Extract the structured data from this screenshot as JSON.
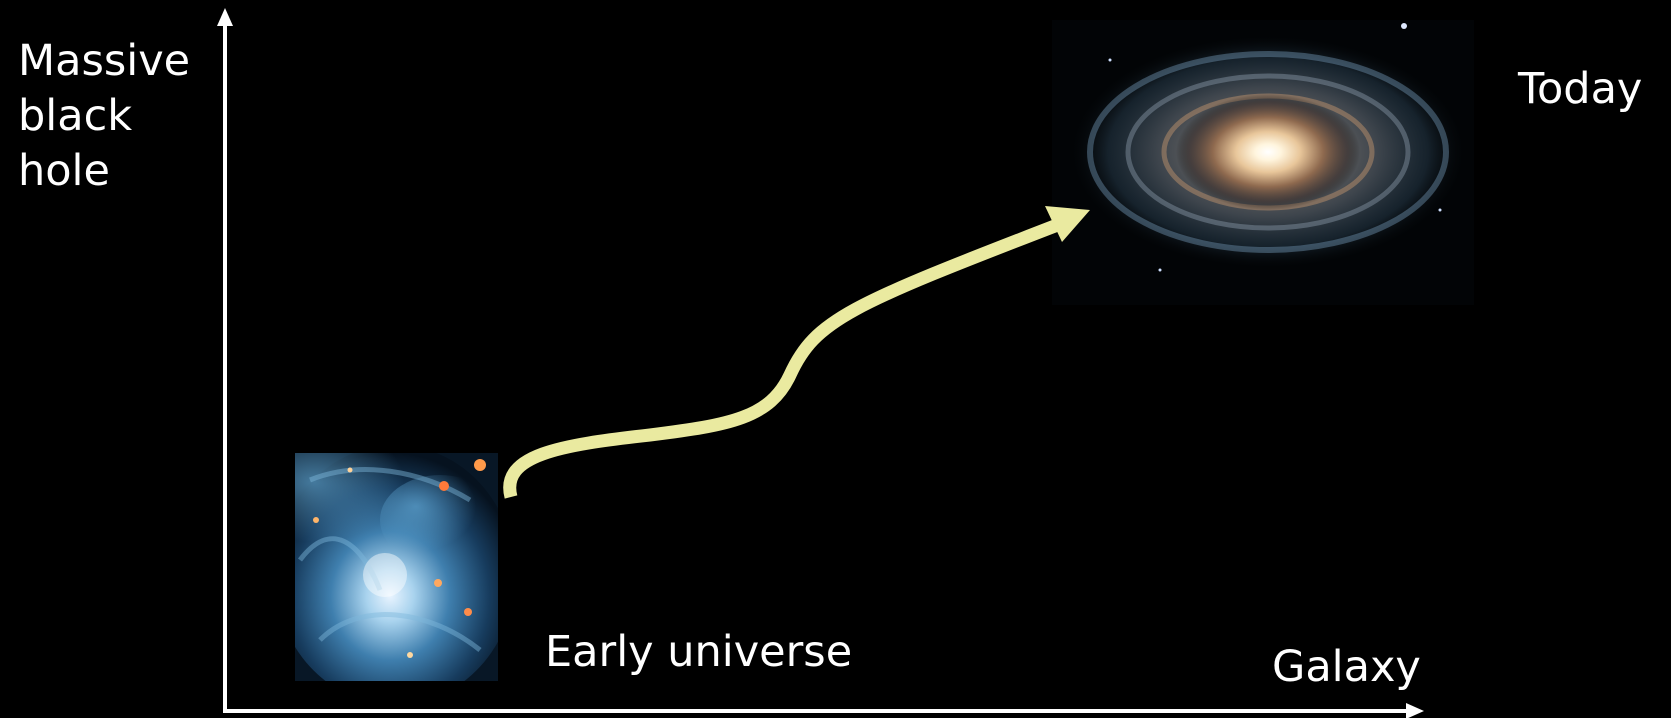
{
  "y_axis_label": "Massive\nblack\nhole",
  "x_axis_label": "Galaxy",
  "start_label": "Early universe",
  "end_label": "Today",
  "images": {
    "early_galaxy": "irregular-blue-galaxy",
    "today_galaxy": "spiral-galaxy"
  },
  "colors": {
    "background": "#000000",
    "axes": "#ffffff",
    "arrow": "#eaeaa0",
    "text": "#ffffff"
  }
}
